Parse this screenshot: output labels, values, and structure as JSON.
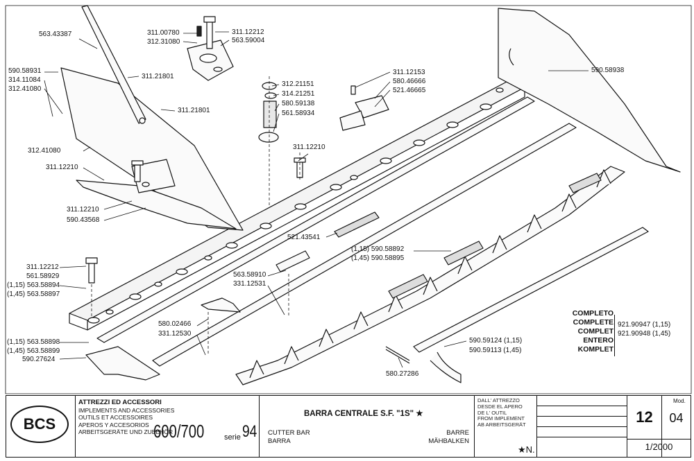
{
  "labels": [
    {
      "id": "l1",
      "text": "563.43387"
    },
    {
      "id": "l2",
      "text": "311.00780"
    },
    {
      "id": "l3",
      "text": "312.31080"
    },
    {
      "id": "l4",
      "text": "311.12212"
    },
    {
      "id": "l5",
      "text": "563.59004"
    },
    {
      "id": "l6",
      "text": "590.58931"
    },
    {
      "id": "l7",
      "text": "314.11084"
    },
    {
      "id": "l8",
      "text": "312.41080"
    },
    {
      "id": "l9",
      "text": "311.21801"
    },
    {
      "id": "l10",
      "text": "311.21801"
    },
    {
      "id": "l11",
      "text": "312.41080"
    },
    {
      "id": "l12",
      "text": "311.12210"
    },
    {
      "id": "l13",
      "text": "311.12210"
    },
    {
      "id": "l14",
      "text": "590.43568"
    },
    {
      "id": "l15",
      "text": "312.21151"
    },
    {
      "id": "l16",
      "text": "314.21251"
    },
    {
      "id": "l17",
      "text": "580.59138"
    },
    {
      "id": "l18",
      "text": "561.58934"
    },
    {
      "id": "l19",
      "text": "311.12153"
    },
    {
      "id": "l20",
      "text": "580.46666"
    },
    {
      "id": "l21",
      "text": "521.46665"
    },
    {
      "id": "l22",
      "text": "311.12210"
    },
    {
      "id": "l23",
      "text": "590.58938"
    },
    {
      "id": "l24",
      "text": "521.43541"
    },
    {
      "id": "l25",
      "text": "(1,15) 590.58892"
    },
    {
      "id": "l26",
      "text": "(1,45) 590.58895"
    },
    {
      "id": "l27",
      "text": "311.12212"
    },
    {
      "id": "l28",
      "text": "561.58929"
    },
    {
      "id": "l29",
      "text": "(1,15) 563.58894"
    },
    {
      "id": "l30",
      "text": "(1,45) 563.58897"
    },
    {
      "id": "l31",
      "text": "563.58910"
    },
    {
      "id": "l32",
      "text": "331.12531"
    },
    {
      "id": "l33",
      "text": "580.02466"
    },
    {
      "id": "l34",
      "text": "331.12530"
    },
    {
      "id": "l35",
      "text": "(1,15) 563.58898"
    },
    {
      "id": "l36",
      "text": "(1,45) 563.58899"
    },
    {
      "id": "l37",
      "text": "590.27624"
    },
    {
      "id": "l38",
      "text": "580.27286"
    },
    {
      "id": "l39",
      "text": "590.59124 (1,15)"
    },
    {
      "id": "l40",
      "text": "590.59113 (1,45)"
    }
  ],
  "complete": {
    "words": [
      "COMPLETO",
      "COMPLETE",
      "COMPLET",
      "ENTERO",
      "KOMPLET"
    ],
    "codes": [
      "921.90947 (1,15)",
      "921.90948 (1,45)"
    ]
  },
  "titleblock": {
    "logo": "BCS",
    "company": {
      "title": "ATTREZZI ED ACCESSORI",
      "lines": [
        "IMPLEMENTS AND ACCESSORIES",
        "OUTILS ET ACCESSOIRES",
        "APEROS Y ACCESORIOS",
        "ARBEITSGERÄTE UND ZUBEHÖR"
      ]
    },
    "model": "600/700",
    "serie_label": "serie",
    "serie_num": "94",
    "description": {
      "title": "BARRA CENTRALE S.F. \"1S\" ★",
      "lines": [
        {
          "left": "CUTTER BAR",
          "right": "BARRE"
        },
        {
          "left": "BARRA",
          "right": "MÄHBALKEN"
        }
      ]
    },
    "group": [
      "DALL' ATTREZZO",
      "DESDE EL APERO",
      "DE L' OUTIL",
      "FROM IMPLEMENT",
      "AB ARBEITSGERÄT"
    ],
    "star_n": "★N.",
    "page": "12",
    "mod_label": "Mod.",
    "mod": "04",
    "date": "1/2000"
  }
}
